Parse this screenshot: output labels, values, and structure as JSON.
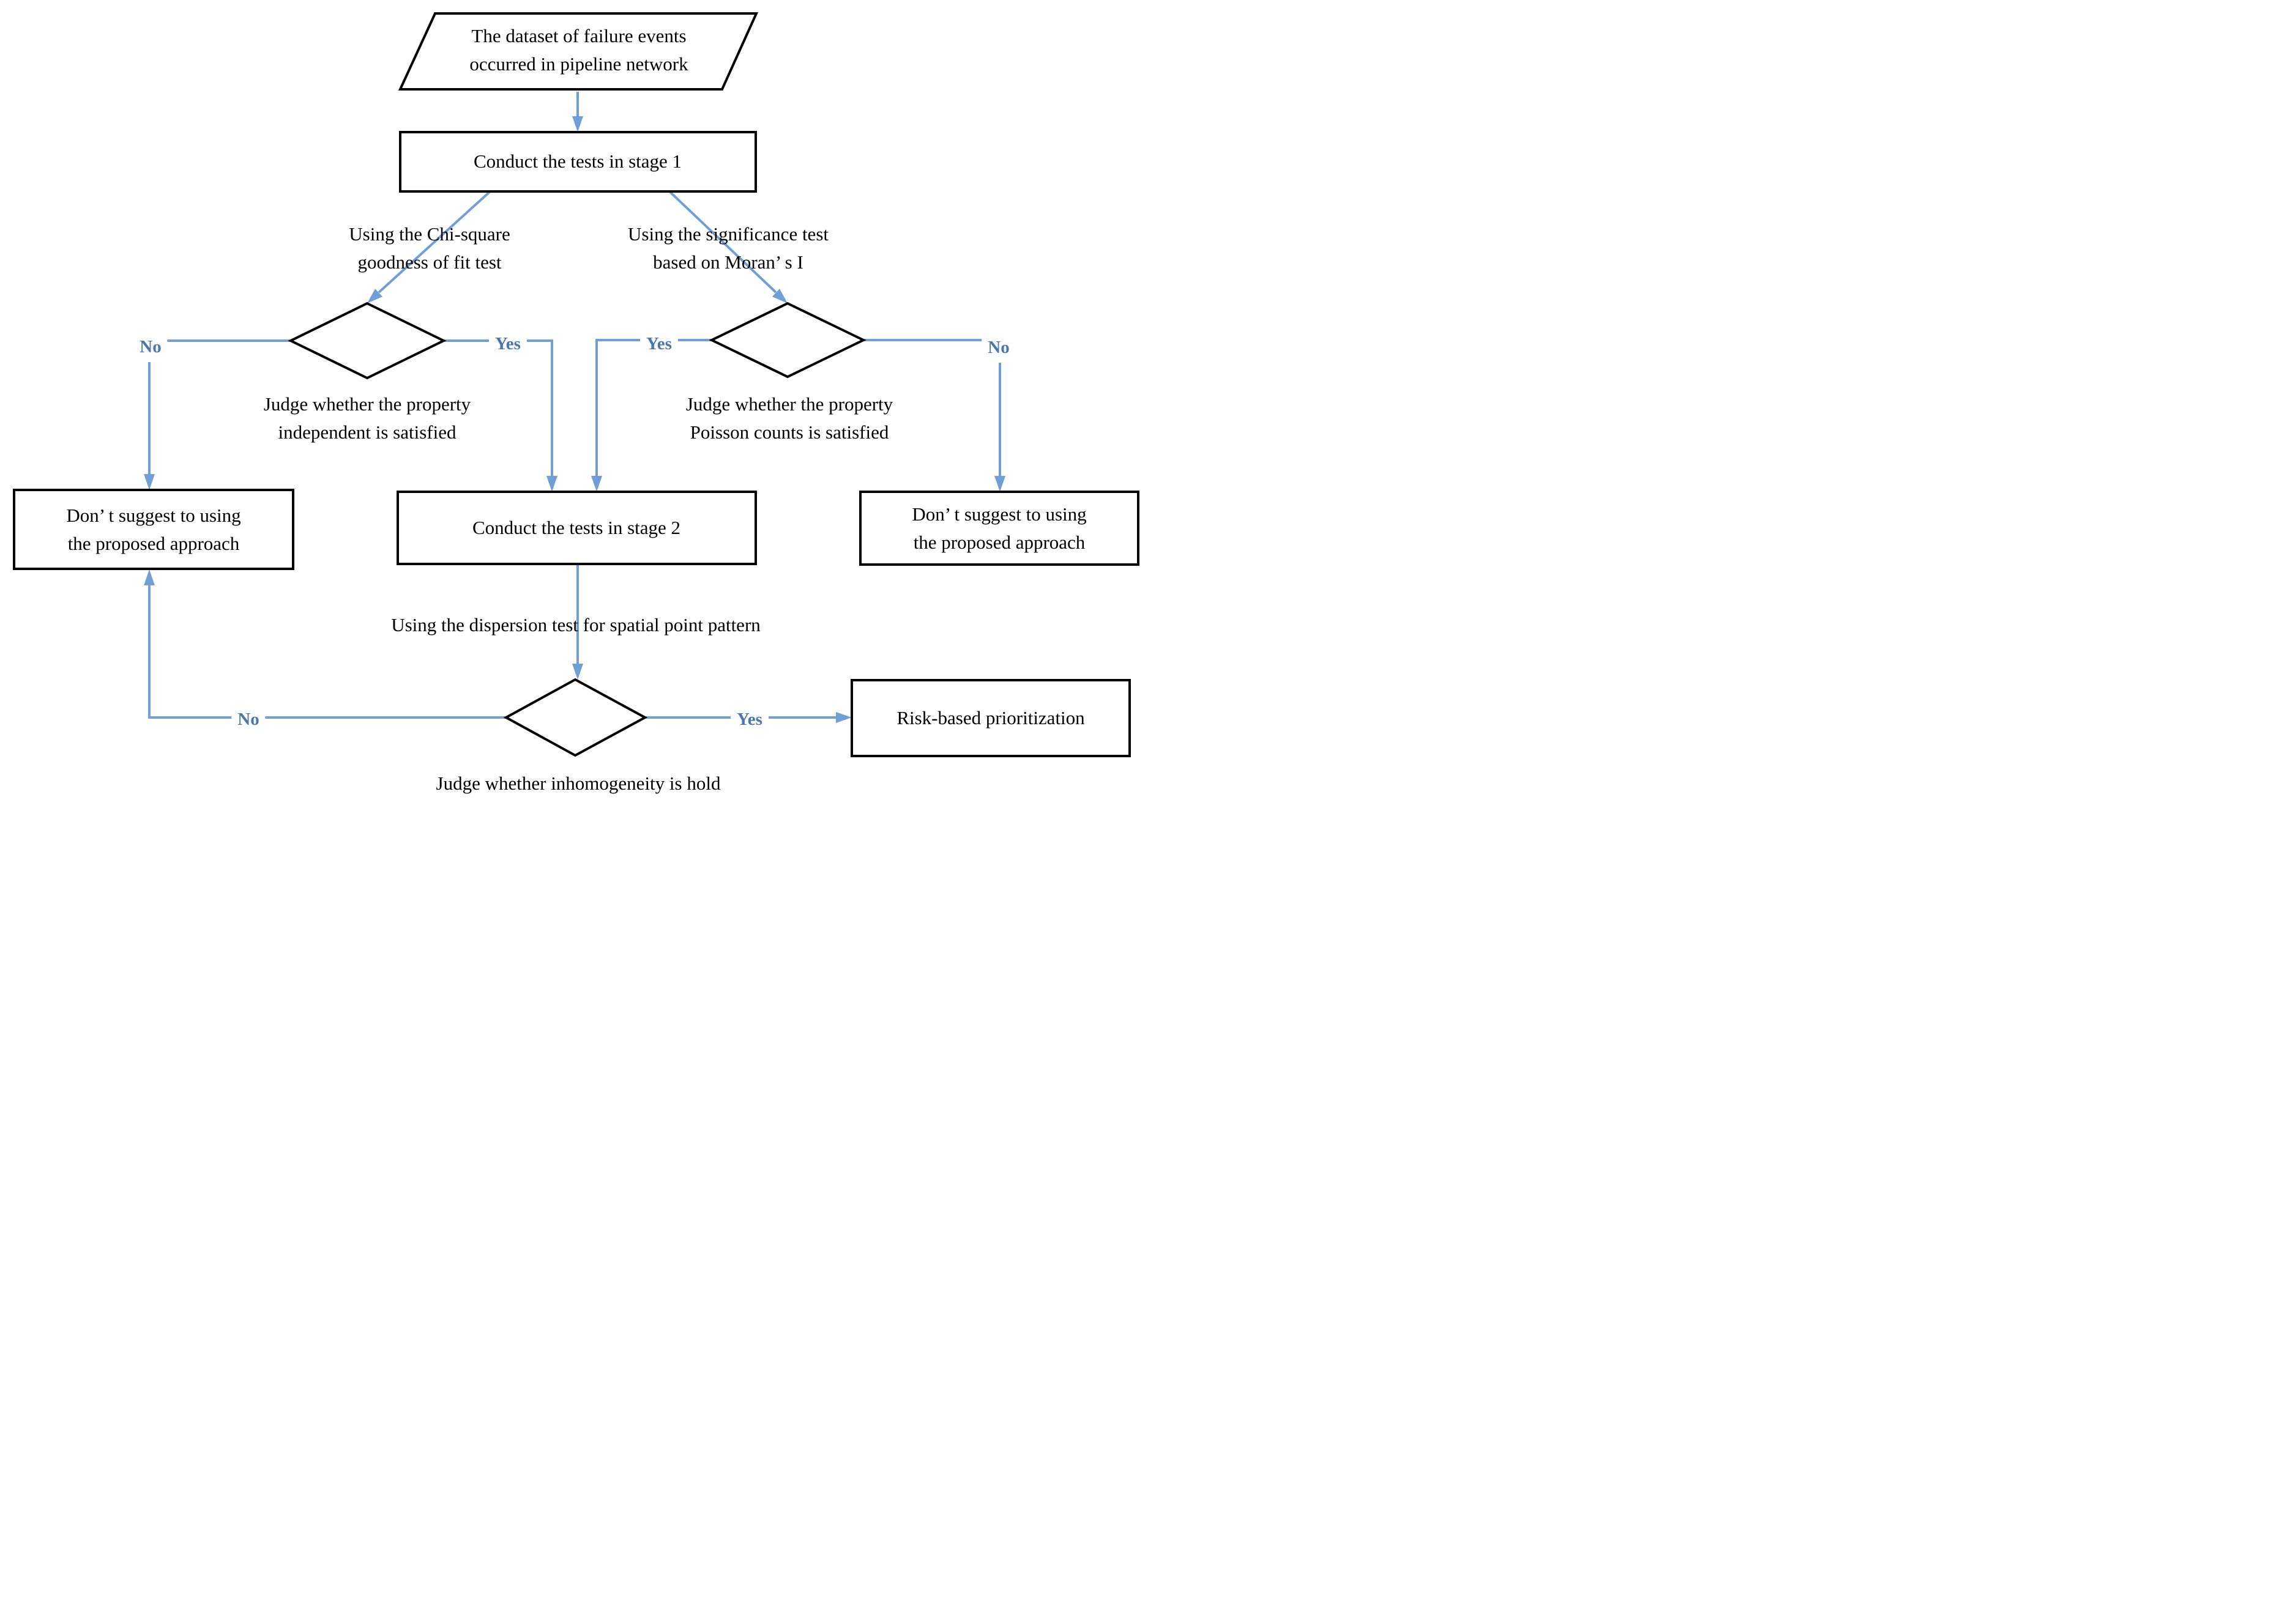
{
  "colors": {
    "connector_blue": "#6f9fd6",
    "label_blue": "#4a77ad",
    "shape_stroke": "#000000",
    "background": "#ffffff"
  },
  "nodes": {
    "dataset": {
      "shape": "parallelogram",
      "line1": "The dataset of failure events",
      "line2": "occurred in pipeline network"
    },
    "stage1": {
      "shape": "rectangle",
      "label": "Conduct the tests in stage 1"
    },
    "stage2": {
      "shape": "rectangle",
      "label": "Conduct the tests in stage 2"
    },
    "dont_left": {
      "shape": "rectangle",
      "line1": "Don’ t suggest to using",
      "line2": "the proposed approach"
    },
    "dont_right": {
      "shape": "rectangle",
      "line1": "Don’ t suggest to using",
      "line2": "the proposed approach"
    },
    "risk": {
      "shape": "rectangle",
      "label": "Risk-based prioritization"
    },
    "decision_left": {
      "shape": "diamond"
    },
    "decision_right": {
      "shape": "diamond"
    },
    "decision_bottom": {
      "shape": "diamond"
    }
  },
  "captions": {
    "chi": {
      "line1": "Using the Chi-square",
      "line2": "goodness of fit test"
    },
    "moran": {
      "line1": "Using the significance test",
      "line2": "based on Moran’ s I"
    },
    "judge_left": {
      "line1": "Judge whether the property",
      "line2": "independent is satisfied"
    },
    "judge_right": {
      "line1": "Judge whether the property",
      "line2": "Poisson counts is satisfied"
    },
    "dispersion": {
      "label": "Using the dispersion test for spatial point pattern"
    },
    "inhomogeneity": {
      "label": "Judge whether inhomogeneity is hold"
    }
  },
  "branch_labels": {
    "left_no": "No",
    "left_yes": "Yes",
    "right_yes": "Yes",
    "right_no": "No",
    "bottom_no": "No",
    "bottom_yes": "Yes"
  }
}
